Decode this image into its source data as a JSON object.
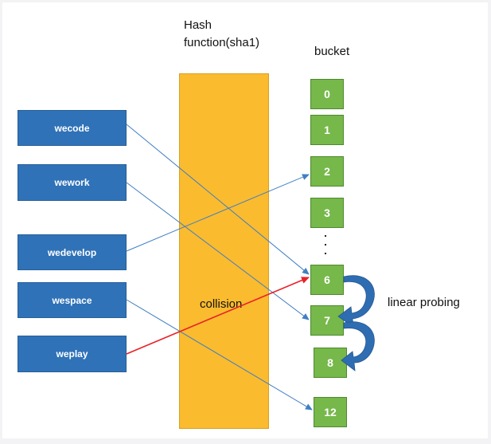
{
  "hash_label_line1": "Hash",
  "hash_label_line2": "function(sha1)",
  "bucket_header": "bucket",
  "collision_label": "collision",
  "probing_label": "linear probing",
  "keys": [
    "wecode",
    "wework",
    "wedevelop",
    "wespace",
    "weplay"
  ],
  "buckets": [
    "0",
    "1",
    "2",
    "3",
    "6",
    "7",
    "8",
    "12"
  ],
  "colors": {
    "key_fill": "#2f72b8",
    "bucket_fill": "#76b84a",
    "hash_fill": "#fbbb2e",
    "link_line": "#3f7fc4",
    "collision_line": "#e8222a",
    "probe_arrow": "#2f6db3"
  }
}
